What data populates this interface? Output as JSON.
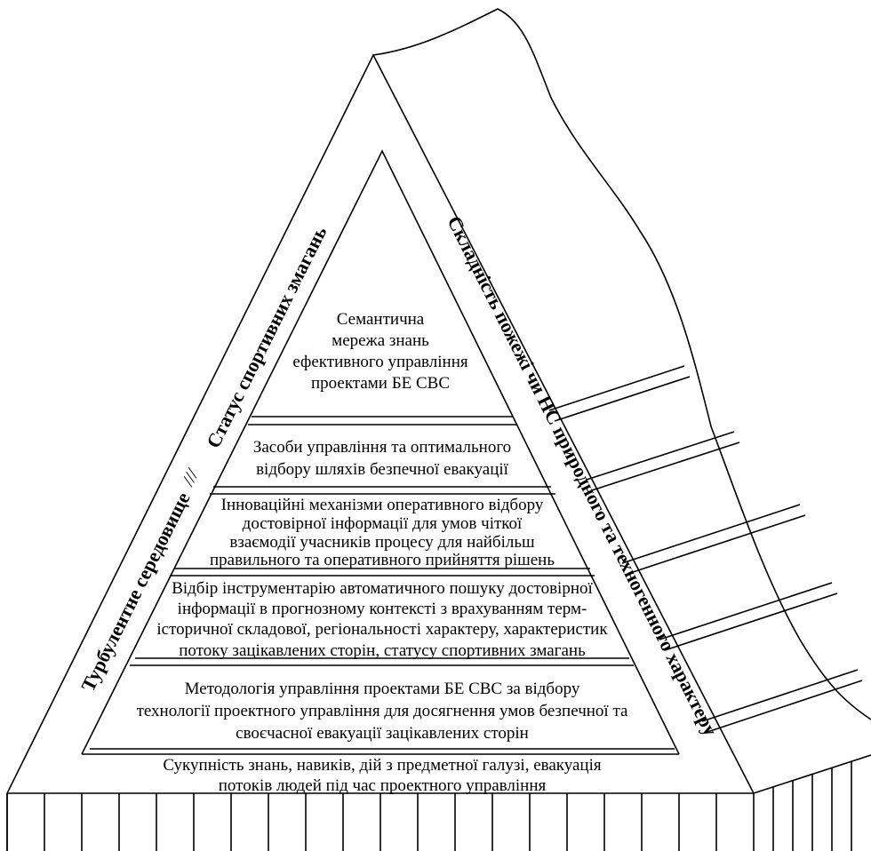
{
  "side_labels": {
    "left_outer": "Турбулентне середовище",
    "left_inner": "Статус спортивних змагань",
    "right": "Складність пожежі чи НС природного та техногенного характеру",
    "separator_mark": "///"
  },
  "levels": [
    {
      "lines": [
        "Семантична",
        "мережа знань",
        "ефективного управління",
        "проектами БЕ СВС"
      ]
    },
    {
      "lines": [
        "Засоби управління та оптимального",
        "відбору шляхів безпечної евакуації"
      ]
    },
    {
      "lines": [
        "Інноваційні механізми оперативного відбору",
        "достовірної інформації для умов чіткої",
        "взаємодії учасників процесу для найбільш",
        "правильного та оперативного прийняття рішень"
      ]
    },
    {
      "lines": [
        "Відбір інструментарію автоматичного пошуку достовірної",
        "інформації в прогнозному контексті з врахуванням терм-",
        "історичної складової, регіональності характеру, характеристик",
        "потоку зацікавлених сторін, статусу спортивних змагань"
      ]
    },
    {
      "lines": [
        "Методологія управління проектами БЕ СВС за відбору",
        "технології проектного управління для досягнення умов безпечної та",
        "своєчасної евакуації зацікавлених сторін"
      ]
    },
    {
      "lines": [
        "Сукупність знань, навиків, дій з предметної галузі, евакуація",
        "потоків людей під час проектного управління"
      ]
    }
  ]
}
